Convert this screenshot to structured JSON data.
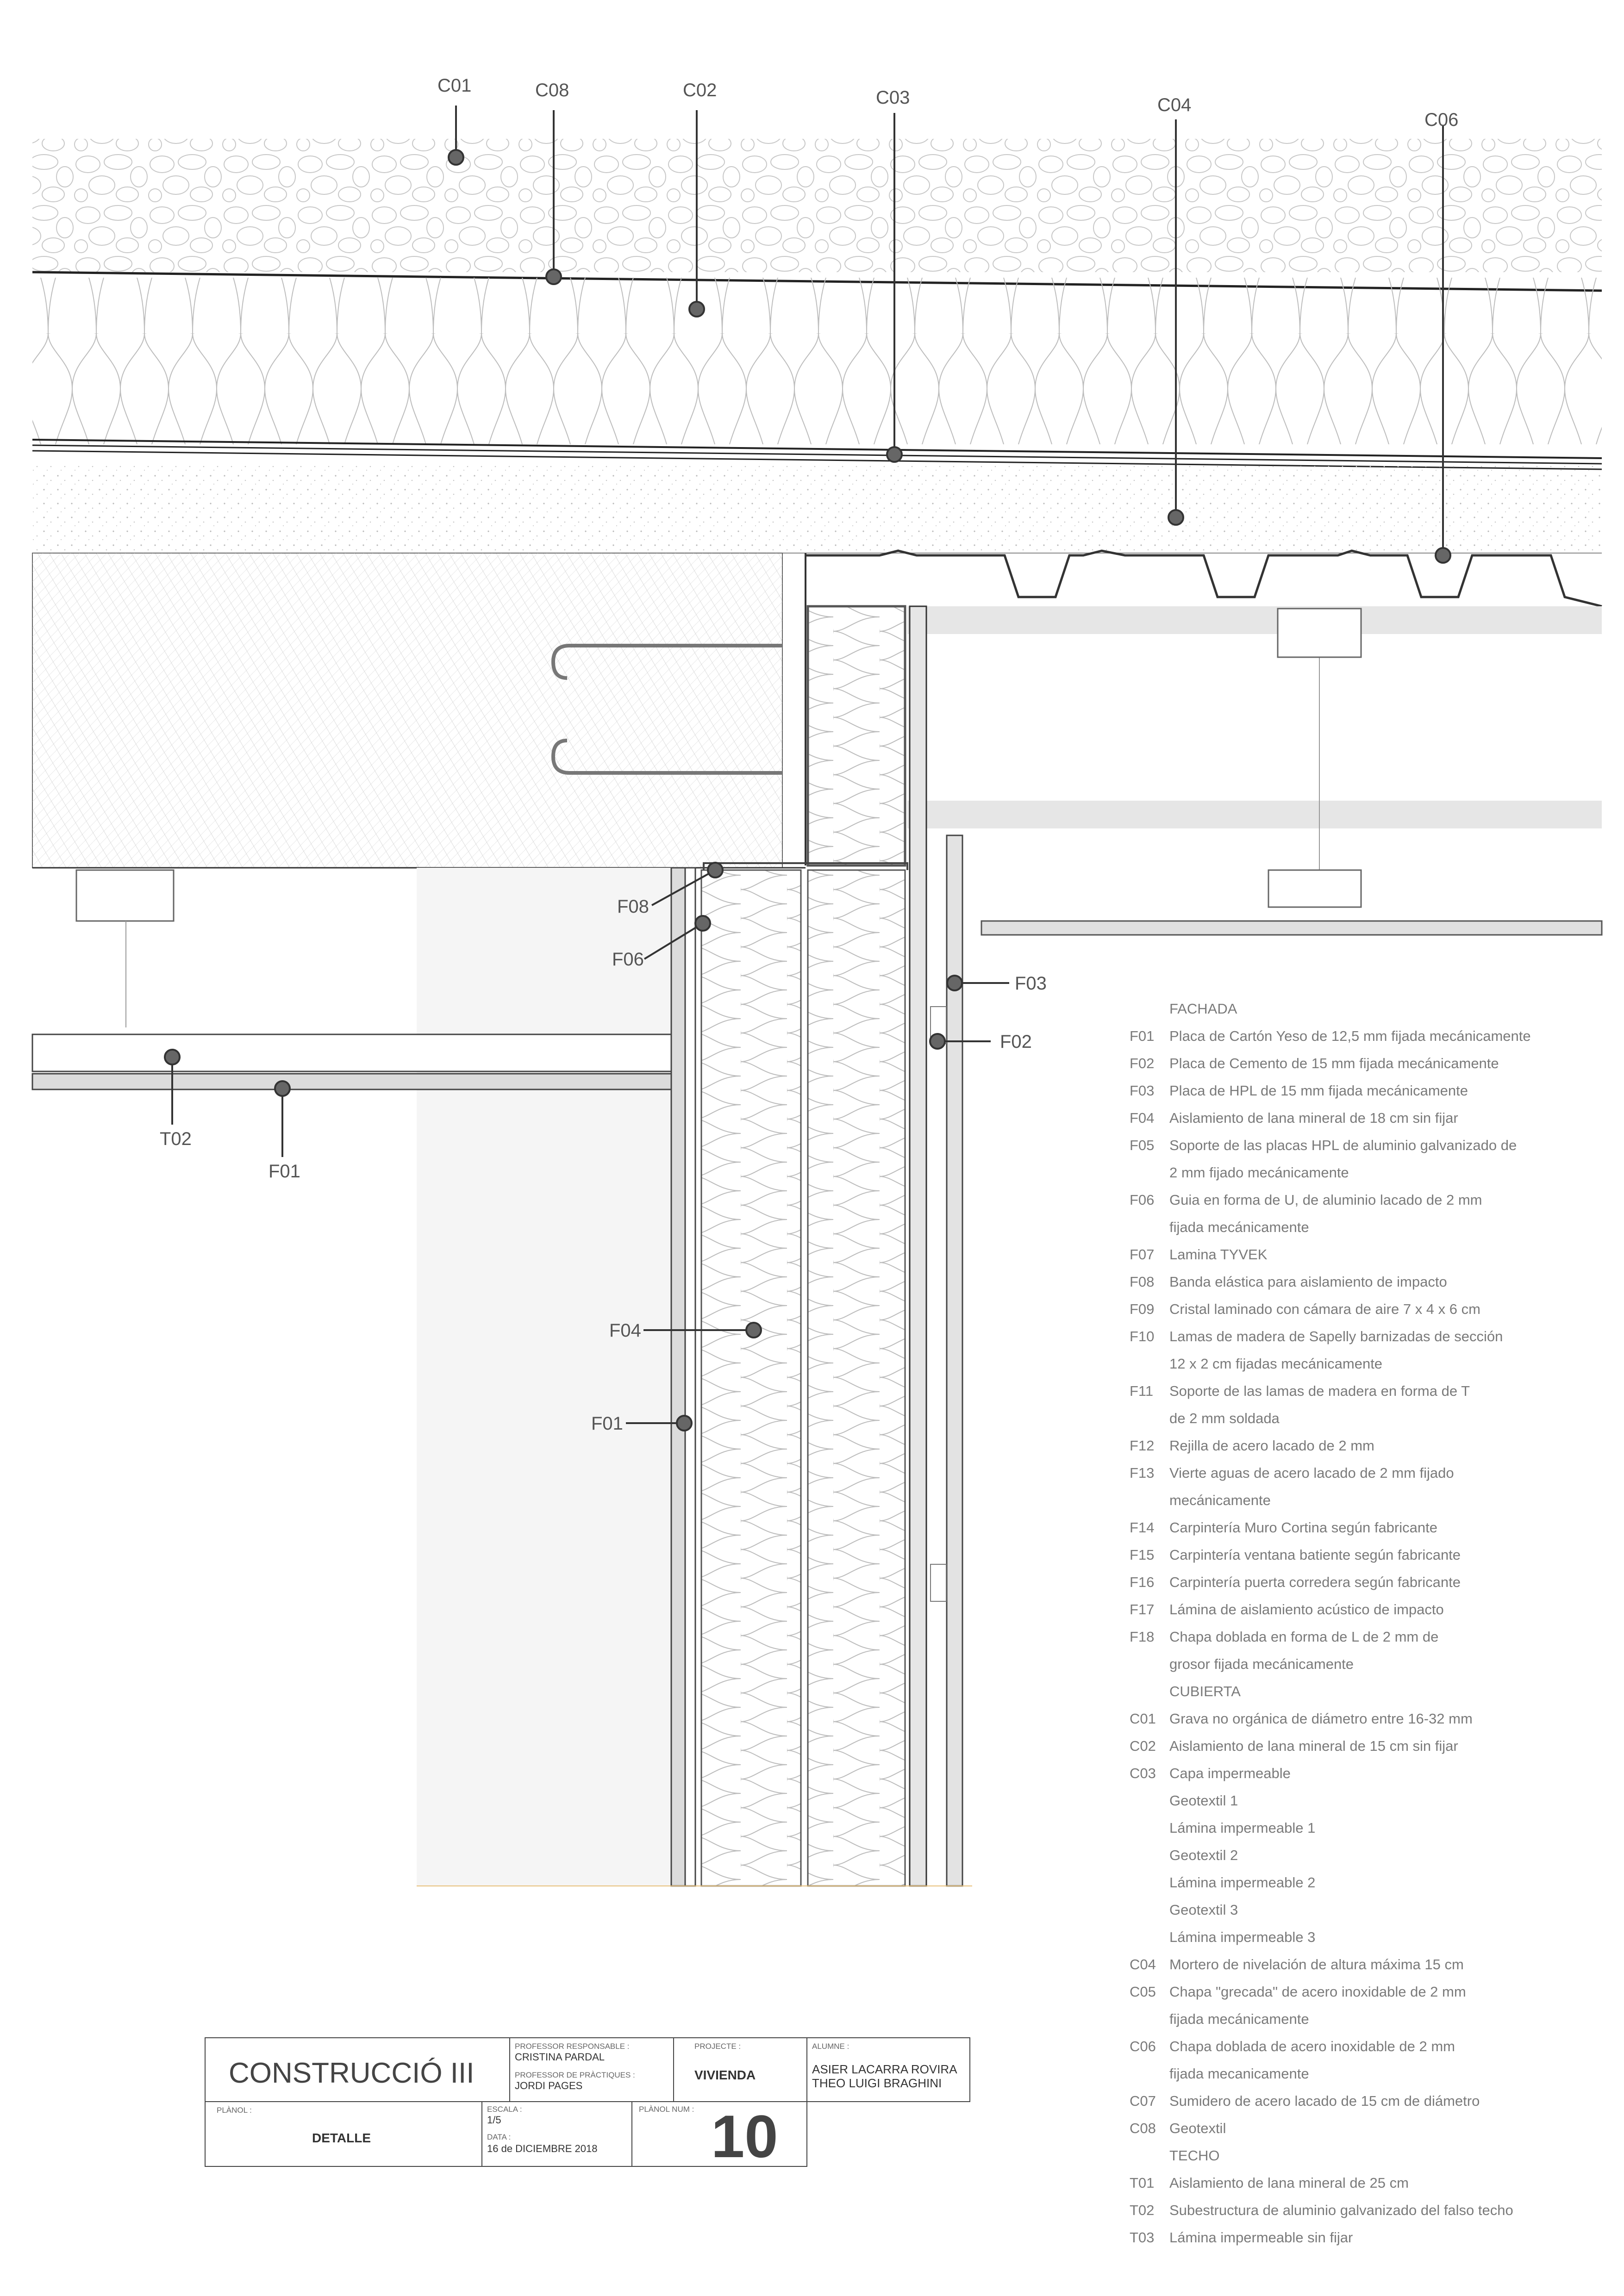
{
  "callouts": {
    "C01": "C01",
    "C08": "C08",
    "C02": "C02",
    "C03": "C03",
    "C04": "C04",
    "C06": "C06",
    "F08": "F08",
    "F06": "F06",
    "F03": "F03",
    "F02": "F02",
    "F04": "F04",
    "F01": "F01",
    "T02": "T02",
    "F01b": "F01"
  },
  "legend": {
    "sections": [
      {
        "title": "FACHADA",
        "items": [
          {
            "code": "F01",
            "lines": [
              "Placa de Cartón Yeso de 12,5 mm fijada mecánicamente"
            ]
          },
          {
            "code": "F02",
            "lines": [
              "Placa de Cemento de 15 mm fijada mecánicamente"
            ]
          },
          {
            "code": "F03",
            "lines": [
              "Placa de HPL de 15 mm fijada mecánicamente"
            ]
          },
          {
            "code": "F04",
            "lines": [
              "Aislamiento de lana mineral de 18 cm sin fijar"
            ]
          },
          {
            "code": "F05",
            "lines": [
              "Soporte de las placas HPL de aluminio galvanizado de",
              "2 mm fijado mecánicamente"
            ]
          },
          {
            "code": "F06",
            "lines": [
              "Guia en forma de U, de aluminio lacado de 2 mm",
              "fijada mecánicamente"
            ]
          },
          {
            "code": "F07",
            "lines": [
              "Lamina TYVEK"
            ]
          },
          {
            "code": "F08",
            "lines": [
              "Banda elástica para aislamiento de impacto"
            ]
          },
          {
            "code": "F09",
            "lines": [
              "Cristal laminado con cámara de aire 7 x 4 x 6 cm"
            ]
          },
          {
            "code": "F10",
            "lines": [
              "Lamas de madera de Sapelly barnizadas de sección",
              "12 x 2 cm fijadas mecánicamente"
            ]
          },
          {
            "code": "F11",
            "lines": [
              "Soporte de las lamas de madera en forma de T",
              "de 2 mm soldada"
            ]
          },
          {
            "code": "F12",
            "lines": [
              "Rejilla de acero lacado de 2 mm"
            ]
          },
          {
            "code": "F13",
            "lines": [
              "Vierte aguas de acero lacado de 2 mm fijado",
              "mecánicamente"
            ]
          },
          {
            "code": "F14",
            "lines": [
              "Carpintería Muro Cortina según fabricante"
            ]
          },
          {
            "code": "F15",
            "lines": [
              "Carpintería ventana batiente según fabricante"
            ]
          },
          {
            "code": "F16",
            "lines": [
              "Carpintería puerta corredera según fabricante"
            ]
          },
          {
            "code": "F17",
            "lines": [
              "Lámina de aislamiento acústico de impacto"
            ]
          },
          {
            "code": "F18",
            "lines": [
              "Chapa doblada en forma de L de 2 mm de",
              "grosor fijada mecánicamente"
            ]
          }
        ]
      },
      {
        "title": "CUBIERTA",
        "items": [
          {
            "code": "C01",
            "lines": [
              "Grava no orgánica de diámetro entre 16-32 mm"
            ]
          },
          {
            "code": "C02",
            "lines": [
              "Aislamiento de lana mineral de 15 cm sin fijar"
            ]
          },
          {
            "code": "C03",
            "lines": [
              "Capa impermeable",
              "Geotextil 1",
              "Lámina impermeable 1",
              "Geotextil 2",
              "Lámina impermeable 2",
              "Geotextil 3",
              "Lámina impermeable 3"
            ]
          },
          {
            "code": "C04",
            "lines": [
              "Mortero de nivelación de altura máxima 15 cm"
            ]
          },
          {
            "code": "C05",
            "lines": [
              "Chapa \"grecada\" de acero inoxidable de 2 mm",
              "fijada mecánicamente"
            ]
          },
          {
            "code": "C06",
            "lines": [
              "Chapa doblada de acero inoxidable de 2 mm",
              "fijada mecanicamente"
            ]
          },
          {
            "code": "C07",
            "lines": [
              "Sumidero de acero lacado de 15 cm de diámetro"
            ]
          },
          {
            "code": "C08",
            "lines": [
              "Geotextil"
            ]
          }
        ]
      },
      {
        "title": "TECHO",
        "items": [
          {
            "code": "T01",
            "lines": [
              "Aislamiento de lana mineral de 25 cm"
            ]
          },
          {
            "code": "T02",
            "lines": [
              "Subestructura de aluminio galvanizado del falso techo"
            ]
          },
          {
            "code": "T03",
            "lines": [
              "Lámina impermeable sin fijar"
            ]
          }
        ]
      }
    ]
  },
  "title_block": {
    "course": "CONSTRUCCIÓ III",
    "professor_label": "PROFESSOR RESPONSABLE :",
    "professor": "CRISTINA PARDAL",
    "practice_label": "PROFESSOR DE PRÀCTIQUES :",
    "practice": "JORDI PAGES",
    "project_label": "PROJECTE :",
    "project": "VIVIENDA",
    "students_label": "ALUMNE :",
    "student_1": "ASIER LACARRA ROVIRA",
    "student_2": "THEO LUIGI BRAGHINI",
    "plan_label": "PLÀNOL :",
    "plan": "DETALLE",
    "scale_label": "ESCALA :",
    "scale": "1/5",
    "date_label": "DATA :",
    "date": "16 de DICIEMBRE 2018",
    "plan_num_label": "PLÀNOL NUM :",
    "plan_num": "10"
  }
}
